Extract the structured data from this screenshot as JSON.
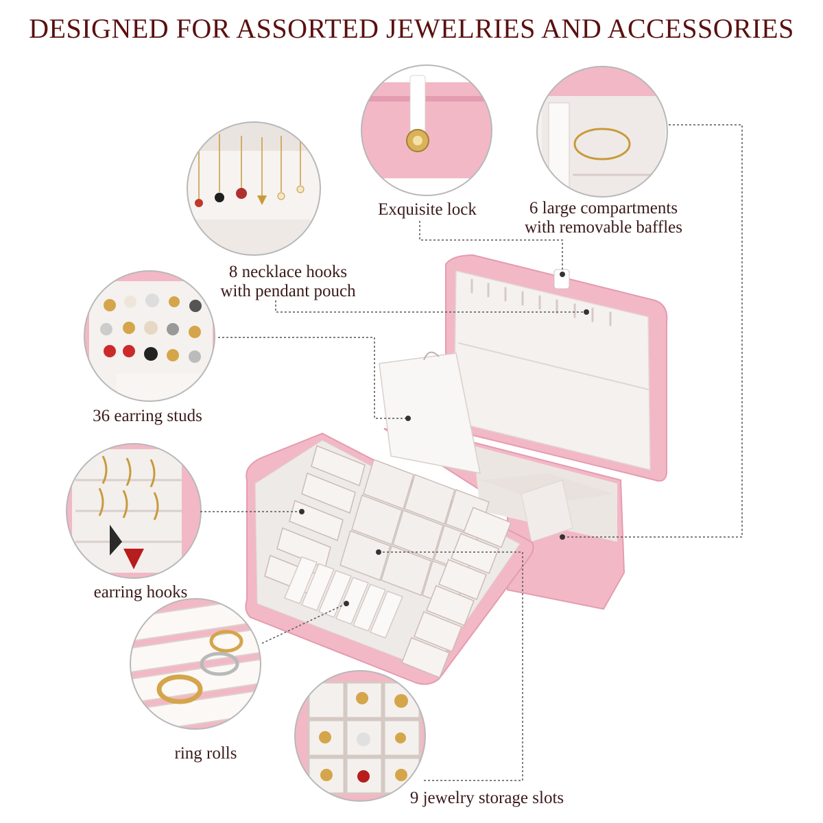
{
  "title": "DESIGNED FOR ASSORTED JEWELRIES AND ACCESSORIES",
  "labels": {
    "lock": "Exquisite lock",
    "compartments_1": "6 large compartments",
    "compartments_2": "with removable baffles",
    "necklace_1": "8 necklace hooks",
    "necklace_2": "with pendant pouch",
    "studs": "36 earring studs",
    "hooks": "earring hooks",
    "rings": "ring rolls",
    "slots": "9 jewelry storage slots"
  },
  "colors": {
    "title": "#5a1010",
    "pink": "#f2b8c6",
    "pink_dark": "#e49cb0",
    "velvet": "#f4f1ef",
    "gold": "#c99a3a",
    "leader": "#555555"
  }
}
